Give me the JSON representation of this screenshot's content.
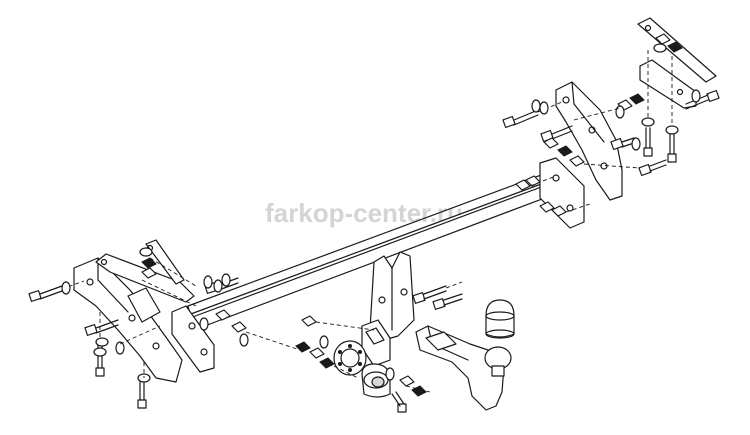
{
  "diagram": {
    "watermark_text": "farkop-center.ru",
    "colors": {
      "line": "#1a1a1a",
      "background": "#ffffff",
      "watermark": "#d4d4d4"
    },
    "parts": [
      "crossbar-tube",
      "left-side-bracket",
      "right-side-bracket",
      "left-mounting-strip",
      "right-mounting-strip",
      "hitch-receiver-plate",
      "tow-ball-neck",
      "tow-ball",
      "ball-cover-cap",
      "socket-plate",
      "electrical-socket",
      "bolts",
      "nuts",
      "washers"
    ]
  }
}
